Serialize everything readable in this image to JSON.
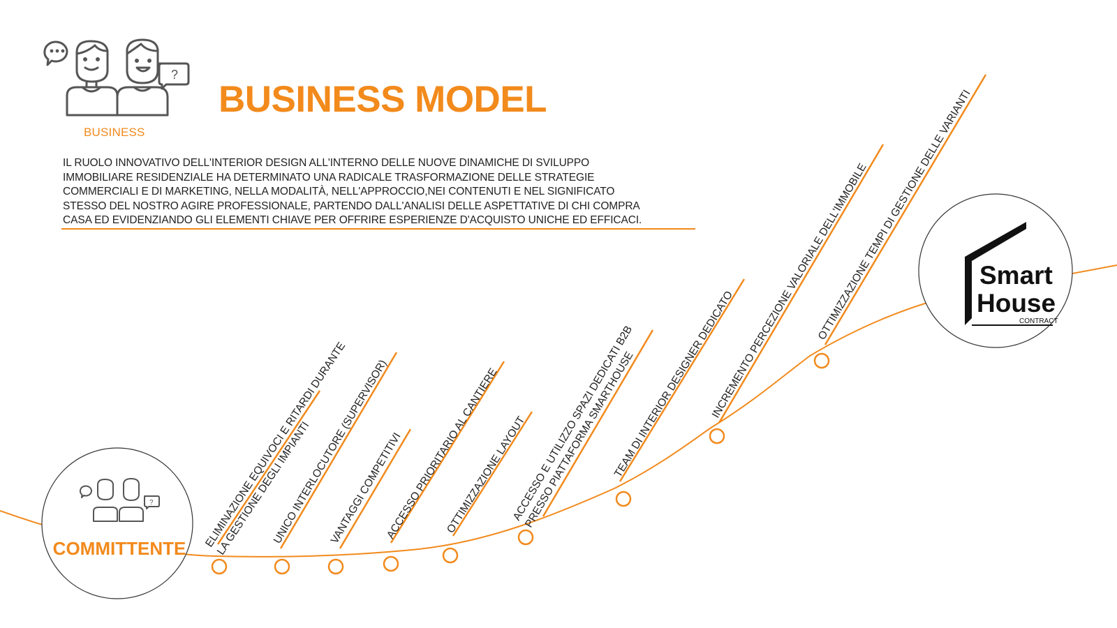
{
  "header": {
    "icon_caption": "BUSINESS",
    "title": "BUSINESS MODEL"
  },
  "intro": {
    "lines": [
      "IL RUOLO INNOVATIVO DELL'INTERIOR DESIGN ALL'INTERNO DELLE NUOVE DINAMICHE DI SVILUPPO",
      "IMMOBILIARE RESIDENZIALE HA DETERMINATO UNA RADICALE TRASFORMAZIONE DELLE STRATEGIE",
      "COMMERCIALI E DI MARKETING, NELLA MODALITÀ, NELL'APPROCCIO,NEI CONTENUTI E NEL SIGNIFICATO",
      "STESSO DEL NOSTRO AGIRE PROFESSIONALE, PARTENDO DALL'ANALISI DELLE ASPETTATIVE DI CHI COMPRA",
      "CASA ED EVIDENZIANDO GLI ELEMENTI CHIAVE PER OFFRIRE ESPERIENZE D'ACQUISTO UNICHE ED EFFICACI."
    ]
  },
  "start_node": {
    "label": "COMMITTENTE"
  },
  "end_node": {
    "line1": "Smart",
    "line2": "House",
    "sub": "CONTRACT"
  },
  "steps": [
    {
      "lines": [
        "ELIMINAZIONE EQUIVOCI E RITARDI DURANTE",
        "LA GESTIONE DEGLI IMPIANTI"
      ]
    },
    {
      "lines": [
        "UNICO INTERLOCUTORE (SUPERVISOR)"
      ]
    },
    {
      "lines": [
        "VANTAGGI COMPETITIVI"
      ]
    },
    {
      "lines": [
        "ACCESSO PRIORITARIO AL CANTIERE"
      ]
    },
    {
      "lines": [
        "OTTIMIZZAZIONE LAYOUT"
      ]
    },
    {
      "lines": [
        "ACCESSO E UTILIZZO SPAZI DEDICATI B2B",
        "PRESSO PIATTAFORMA SMARTHOUSE"
      ]
    },
    {
      "lines": [
        "TEAM DI INTERIOR DESIGNER DEDICATO"
      ]
    },
    {
      "lines": [
        "INCREMENTO PERCEZIONE VALORIALE DELL'IMMOBILE"
      ]
    },
    {
      "lines": [
        "OTTIMIZZAZIONE TEMPI DI GESTIONE DELLE VARIANTI"
      ]
    }
  ],
  "colors": {
    "accent": "#f28a1c",
    "text": "#222222",
    "icon_stroke": "#555555"
  },
  "icons": [
    "business-people-icon",
    "speech-dots-icon",
    "question-bubble-icon",
    "house-logo-icon"
  ]
}
